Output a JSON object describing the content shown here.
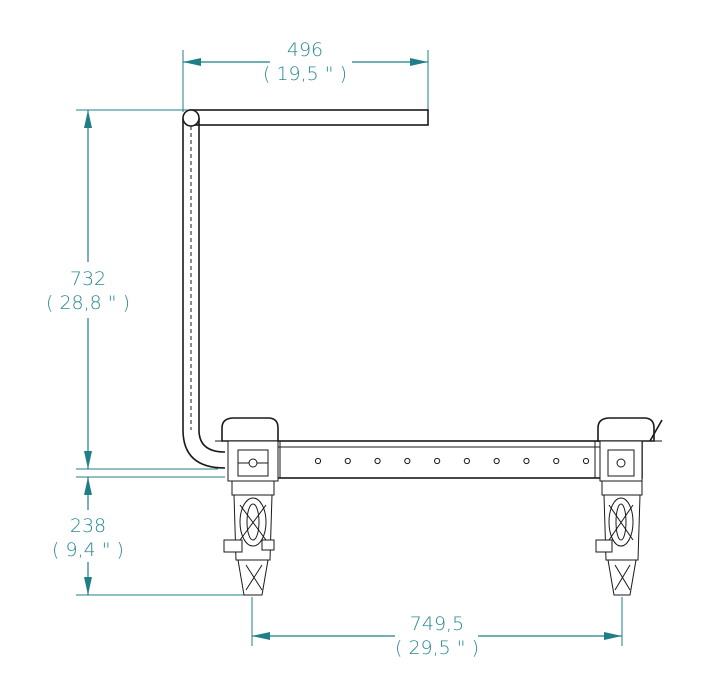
{
  "dimensions": {
    "top_width": {
      "value": "496",
      "imperial": "( 19,5 \" )"
    },
    "height": {
      "value": "732",
      "imperial": "( 28,8 \" )"
    },
    "caster_height": {
      "value": "238",
      "imperial": "( 9,4 \" )"
    },
    "wheelbase": {
      "value": "749,5",
      "imperial": "( 29,5 \" )"
    }
  },
  "colors": {
    "dimension": "#1f7f86",
    "part": "#1a1a1a",
    "background": "#ffffff"
  },
  "frame_holes": {
    "count": 10
  }
}
